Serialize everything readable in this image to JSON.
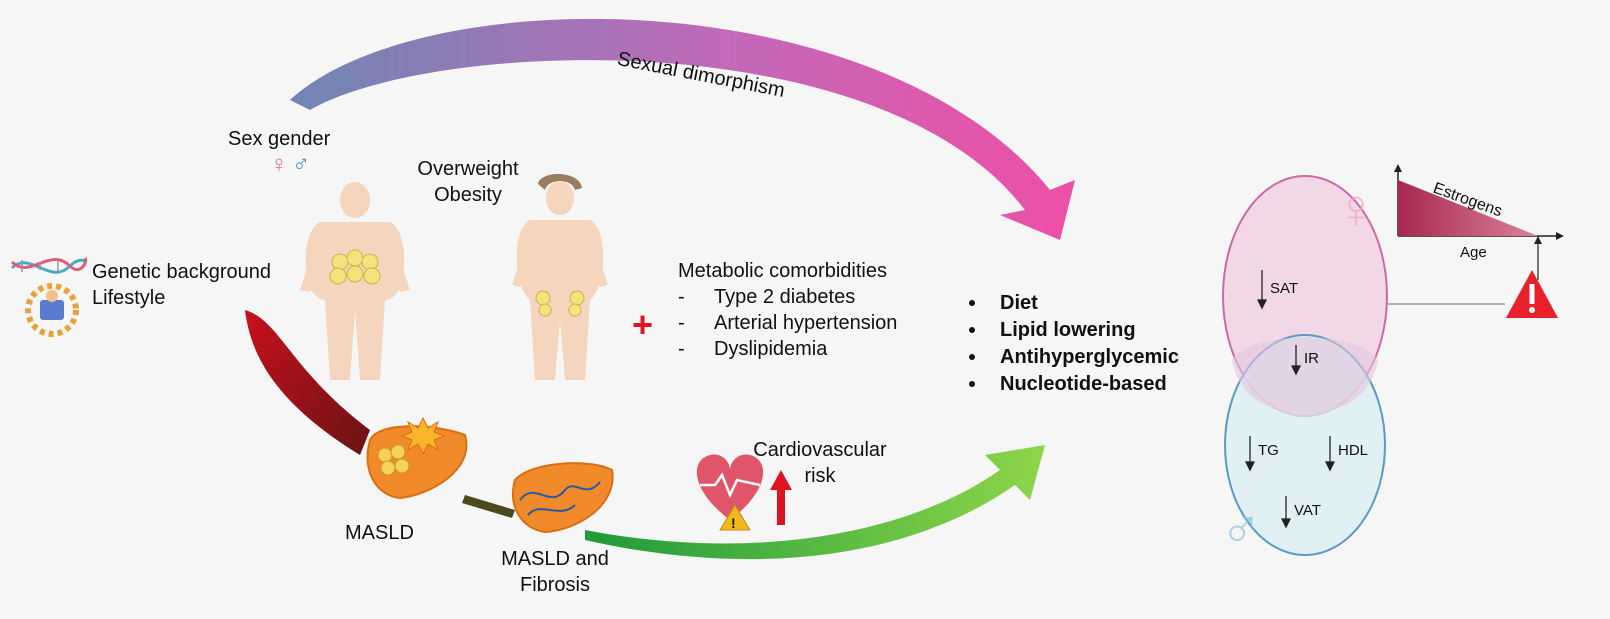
{
  "flow": {
    "sexual_dimorphism": "Sexual dimorphism",
    "sex_gender": "Sex gender",
    "sex_symbols": "♀ ♂",
    "genetic_background": "Genetic background",
    "lifestyle": "Lifestyle",
    "overweight": "Overweight",
    "obesity": "Obesity",
    "comorbidities_title": "Metabolic comorbidities",
    "comorbidities": [
      "Type 2 diabetes",
      "Arterial hypertension",
      "Dyslipidemia"
    ],
    "plus": "+",
    "masld": "MASLD",
    "masld_fibrosis": [
      "MASLD and",
      "Fibrosis"
    ],
    "cv_risk": [
      "Cardiovascular",
      "risk"
    ]
  },
  "treatments": [
    "Diet",
    "Lipid lowering",
    "Antihyperglycemic",
    "Nucleotide-based"
  ],
  "venn": {
    "sat": "SAT",
    "ir": "IR",
    "tg": "TG",
    "hdl": "HDL",
    "vat": "VAT",
    "estrogens": "Estrogens",
    "age": "Age"
  },
  "colors": {
    "arc_start": "#6f86b4",
    "arc_end": "#ee4fa6",
    "arrow_red": "#b00f1a",
    "arrow_green": "#6ec93e",
    "female_circle": "#f1d1e3",
    "male_circle": "#d8eef2",
    "liver": "#f18a2a",
    "estrogen_fill": "#b8375f",
    "warning": "#e8212b"
  }
}
